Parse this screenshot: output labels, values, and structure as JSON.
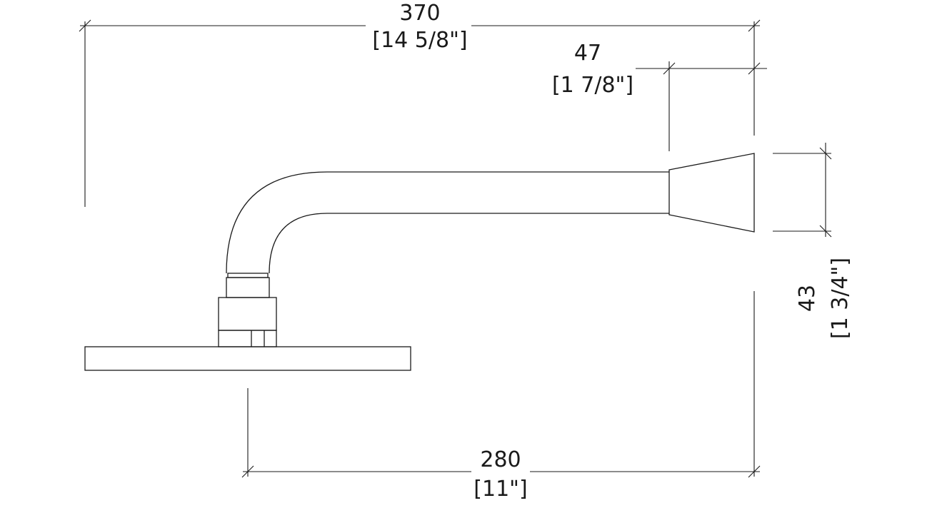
{
  "dimensions": {
    "overall_length": {
      "mm": "370",
      "inch": "[14 5/8\"]"
    },
    "nozzle_length": {
      "mm": "47",
      "inch": "[1 7/8\"]"
    },
    "nozzle_diameter": {
      "mm": "43",
      "inch": "[1 3/4\"]"
    },
    "projection": {
      "mm": "280",
      "inch": "[11\"]"
    }
  }
}
